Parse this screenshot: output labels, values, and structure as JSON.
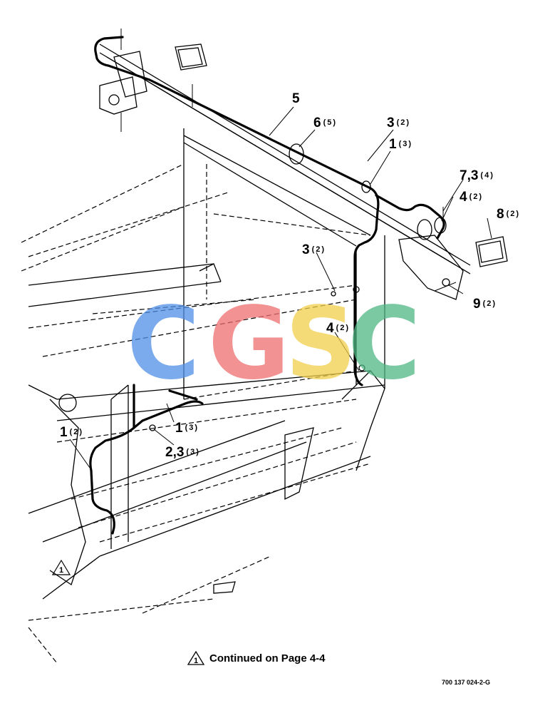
{
  "callouts": [
    {
      "num": "5",
      "qty": ""
    },
    {
      "num": "6",
      "qty": "(5)"
    },
    {
      "num": "3",
      "qty": "(2)"
    },
    {
      "num": "1",
      "qty": "(3)"
    },
    {
      "num": "7,3",
      "qty": "(4)"
    },
    {
      "num": "4",
      "qty": "(2)"
    },
    {
      "num": "8",
      "qty": "(2)"
    },
    {
      "num": "3",
      "qty": "(2)"
    },
    {
      "num": "9",
      "qty": "(2)"
    },
    {
      "num": "4",
      "qty": "(2)"
    },
    {
      "num": "1",
      "qty": "(3)"
    },
    {
      "num": "2,3",
      "qty": "(3)"
    },
    {
      "num": "1",
      "qty": "(2)"
    }
  ],
  "note_marker": "1",
  "footnote": {
    "marker": "1",
    "text": "Continued on Page 4-4"
  },
  "drawing_id": "700 137 024-2-G",
  "watermark": {
    "letters": [
      "C",
      "G",
      "S",
      "C"
    ],
    "colors": [
      "#4f8fe6",
      "#ee6e6e",
      "#f2cf4a",
      "#4fb784"
    ]
  }
}
